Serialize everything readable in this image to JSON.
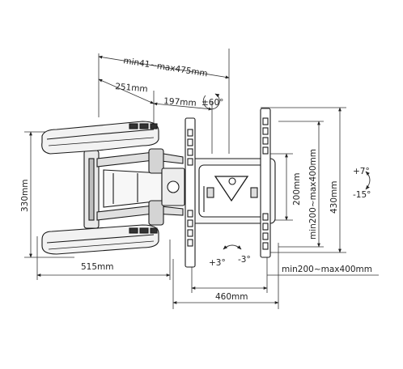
{
  "dimensions": {
    "top_extension": "min41~max475mm",
    "arm_upper": "251mm",
    "arm_lower": "197mm",
    "swivel": "±60°",
    "total_height": "430mm",
    "vesa_height": "min200~max400mm",
    "plate_height": "200mm",
    "wall_plate_height": "330mm",
    "arm_width": "515mm",
    "vesa_width": "min200~max400mm",
    "plate_width": "460mm"
  },
  "angles": {
    "tilt_up": "+7°",
    "tilt_down": "-15°",
    "rotate_plus": "+3°",
    "rotate_minus": "-3°"
  }
}
